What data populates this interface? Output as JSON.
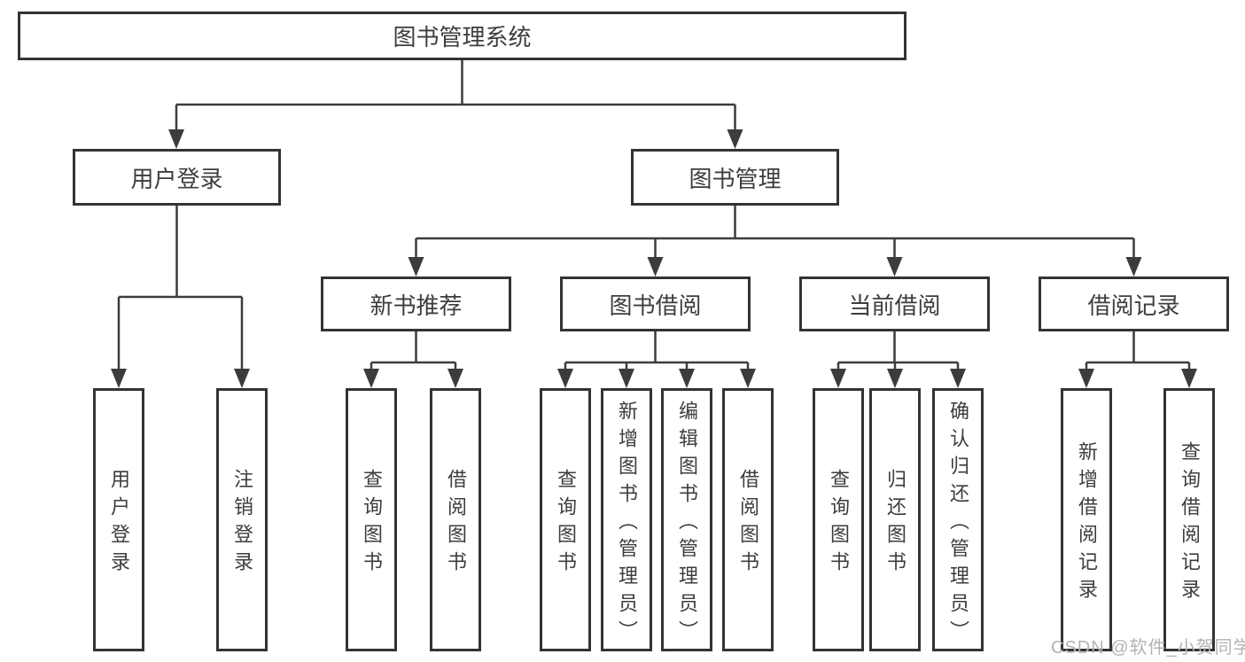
{
  "tree": {
    "root": {
      "label": "图书管理系统"
    },
    "branches": [
      {
        "label": "用户登录",
        "leaves": [
          {
            "label": "用户登录"
          },
          {
            "label": "注销登录"
          }
        ]
      },
      {
        "label": "图书管理",
        "sections": [
          {
            "label": "新书推荐",
            "leaves": [
              {
                "label": "查询图书"
              },
              {
                "label": "借阅图书"
              }
            ]
          },
          {
            "label": "图书借阅",
            "leaves": [
              {
                "label": "查询图书"
              },
              {
                "label": "新增图书（管理员）"
              },
              {
                "label": "编辑图书（管理员）"
              },
              {
                "label": "借阅图书"
              }
            ]
          },
          {
            "label": "当前借阅",
            "leaves": [
              {
                "label": "查询图书"
              },
              {
                "label": "归还图书"
              },
              {
                "label": "确认归还（管理员）"
              }
            ]
          },
          {
            "label": "借阅记录",
            "leaves": [
              {
                "label": "新增借阅记录"
              },
              {
                "label": "查询借阅记录"
              }
            ]
          }
        ]
      }
    ]
  },
  "watermark": {
    "text": "CSDN @软件_小贺同学"
  },
  "colors": {
    "line": "#3c3c3c",
    "box_border": "#333333",
    "text": "#3d3d3d",
    "watermark": "#b5b2b2",
    "background": "#ffffff"
  }
}
